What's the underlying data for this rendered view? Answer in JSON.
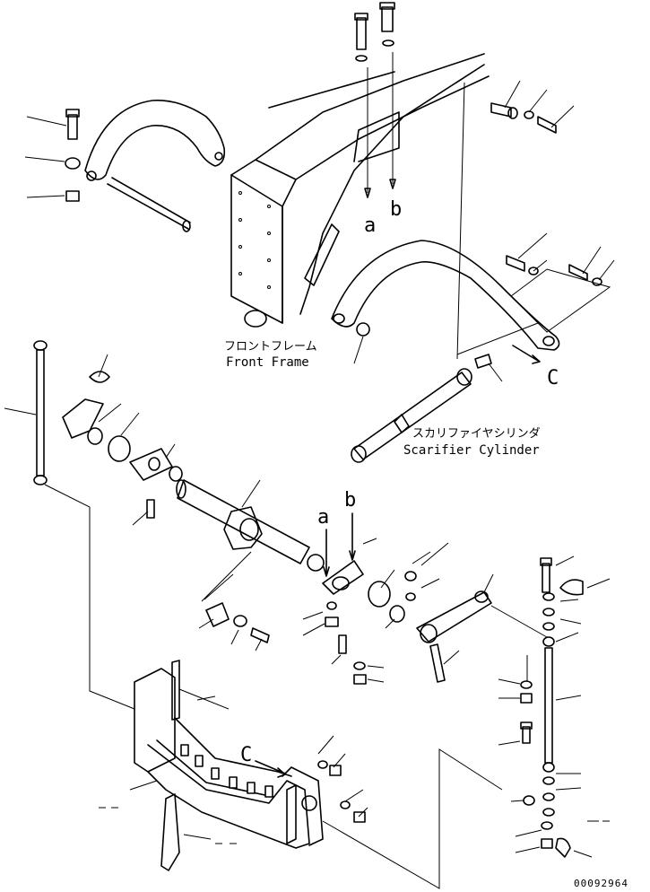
{
  "labels": {
    "front_frame_jp": "フロントフレーム",
    "front_frame_en": "Front Frame",
    "cylinder_jp": "スカリファイヤシリンダ",
    "cylinder_en": "Scarifier Cylinder",
    "ref_a_top": "a",
    "ref_b_top": "b",
    "ref_a_mid": "a",
    "ref_b_mid": "b",
    "ref_c_right": "C",
    "ref_c_bottom": "C",
    "drawing_code": "00092964"
  }
}
